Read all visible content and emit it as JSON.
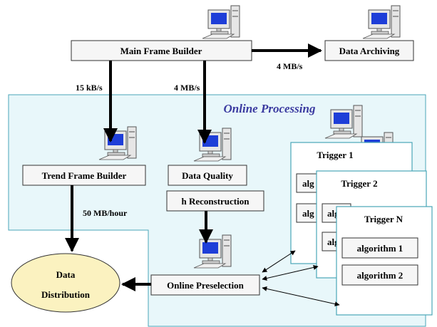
{
  "diagram": {
    "region_title": "Online Processing",
    "nodes": {
      "main_frame_builder": "Main Frame Builder",
      "data_archiving": "Data Archiving",
      "trend_frame_builder": "Trend Frame Builder",
      "data_quality": "Data Quality",
      "reconstruction": "h Reconstruction",
      "online_preselection": "Online Preselection",
      "data_distribution_line1": "Data",
      "data_distribution_line2": "Distribution",
      "trigger_1": "Trigger 1",
      "trigger_2": "Trigger 2",
      "trigger_n": "Trigger N",
      "trigger_1_alg_a": "alg",
      "trigger_1_alg_b": "alg",
      "trigger_2_alg_a": "alg",
      "trigger_2_alg_b": "alg",
      "algorithm_1": "algorithm 1",
      "algorithm_2": "algorithm 2"
    },
    "rates": {
      "to_archiving": "4 MB/s",
      "to_trend": "15 kB/s",
      "to_quality": "4 MB/s",
      "to_distribution": "50 MB/hour"
    },
    "colors": {
      "region_fill": "#e8f7fa",
      "region_edge": "#4aa6b8",
      "box_fill": "#f6f6f6",
      "ellipse_fill": "#fbf2c0",
      "screen": "#1e3ed8",
      "computer_body": "#e6e6e6"
    },
    "icons": [
      "computer-icon"
    ]
  }
}
